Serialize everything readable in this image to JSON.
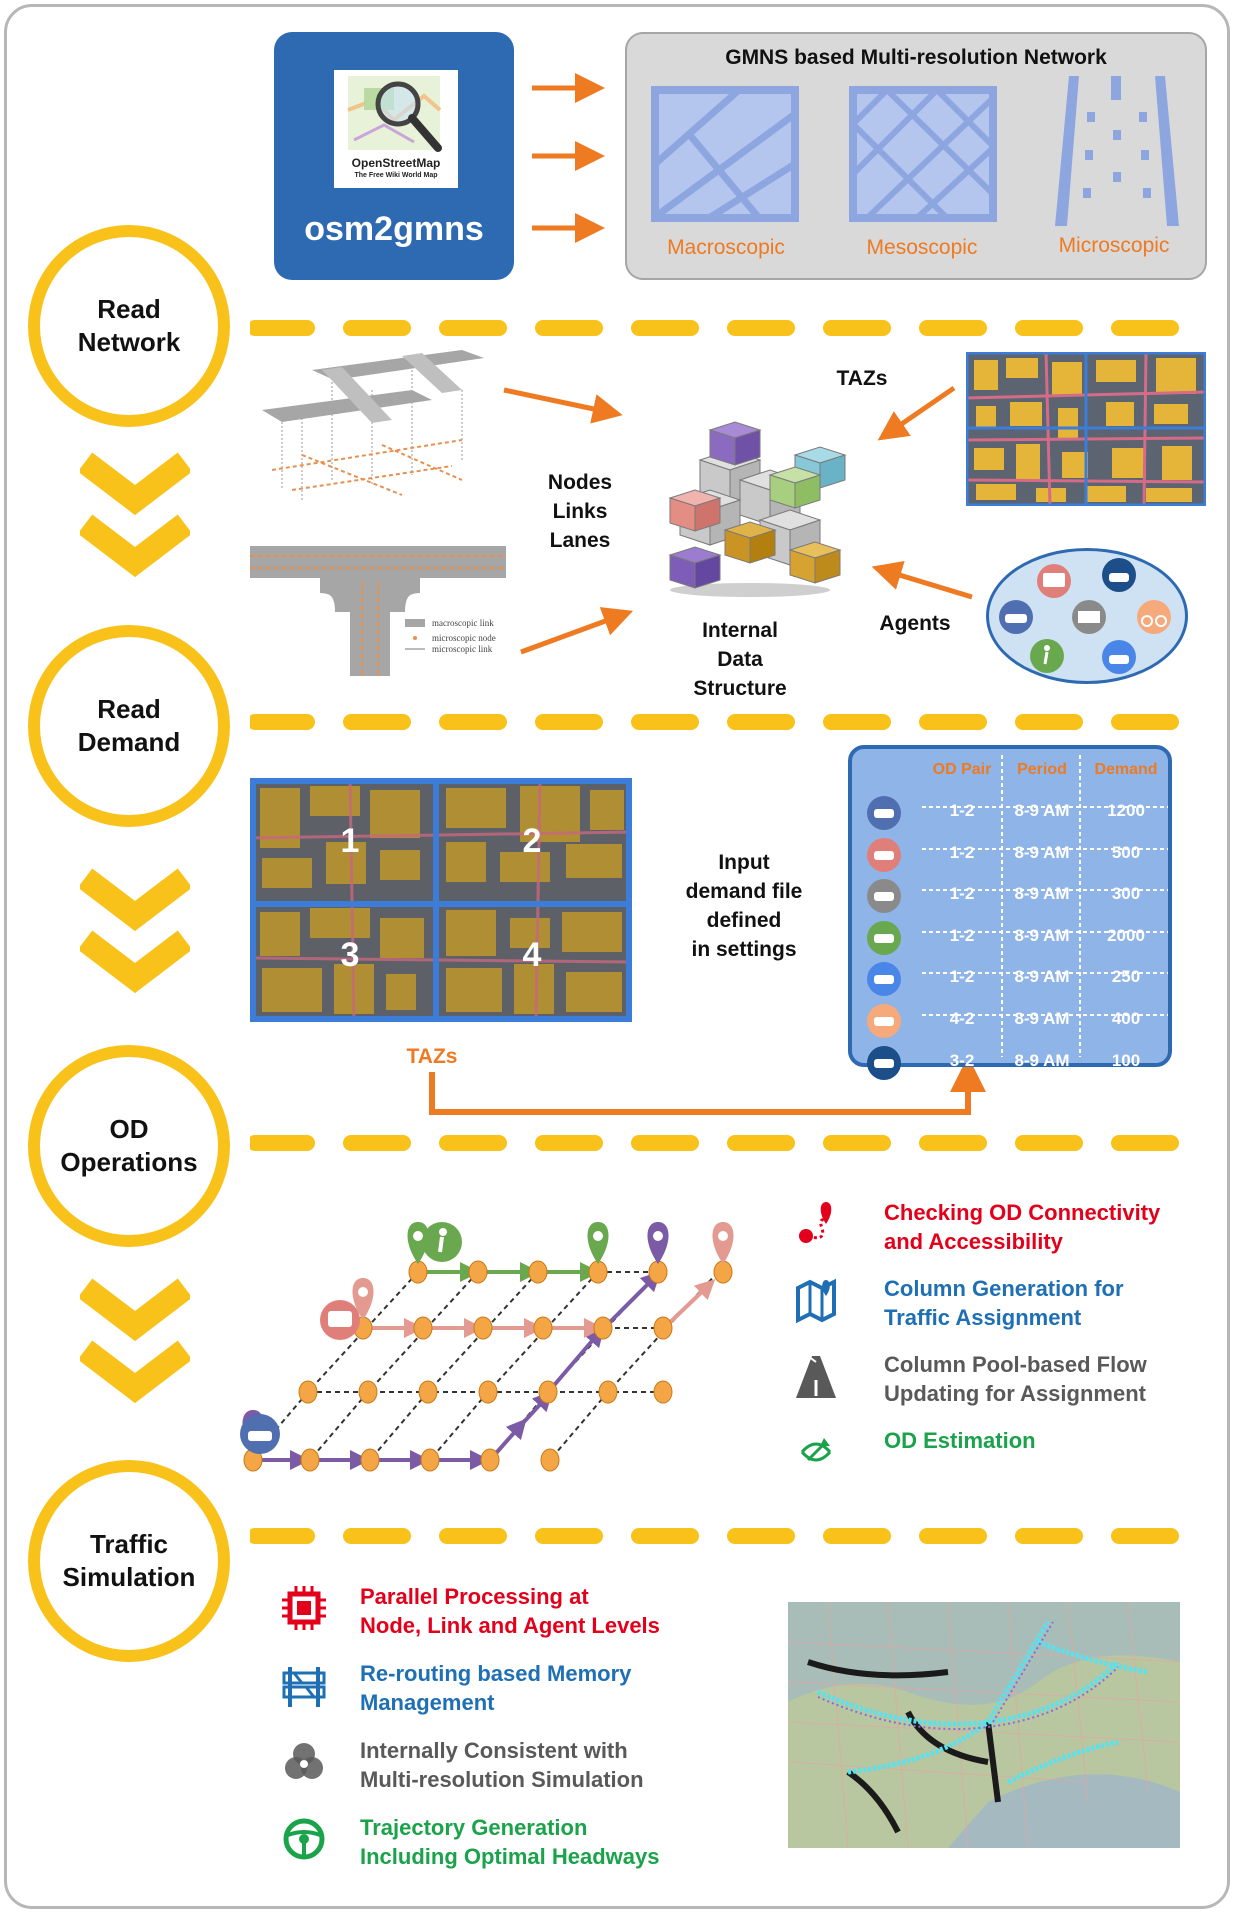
{
  "stages": [
    {
      "label": "Read\nNetwork"
    },
    {
      "label": "Read\nDemand"
    },
    {
      "label": "OD\nOperations"
    },
    {
      "label": "Traffic\nSimulation"
    }
  ],
  "osm": {
    "logo_title": "OpenStreetMap",
    "logo_subtitle": "The Free Wiki World Map",
    "tool_name": "osm2gmns"
  },
  "gmns": {
    "title": "GMNS based Multi-resolution Network",
    "levels": [
      "Macroscopic",
      "Mesoscopic",
      "Microscopic"
    ]
  },
  "internal": {
    "elements": "Nodes\nLinks\nLanes",
    "structure": "Internal\nData\nStructure",
    "tazs_label": "TAZs",
    "agents_label": "Agents"
  },
  "micro_legend": [
    "macroscopic link",
    "microscopic node",
    "microscopic link"
  ],
  "demand": {
    "zones": [
      "1",
      "2",
      "3",
      "4"
    ],
    "input_text": "Input\ndemand file\ndefined\nin settings",
    "tazs_label": "TAZs",
    "table": {
      "headers": [
        "OD Pair",
        "Period",
        "Demand"
      ],
      "rows": [
        {
          "icon": "car-icon",
          "od": "1-2",
          "period": "8-9 AM",
          "demand": "1200",
          "color": "#4f6fb0"
        },
        {
          "icon": "bus-icon",
          "od": "1-2",
          "period": "8-9 AM",
          "demand": "500",
          "color": "#e07f7a"
        },
        {
          "icon": "truck-icon",
          "od": "1-2",
          "period": "8-9 AM",
          "demand": "300",
          "color": "#8a8a8a"
        },
        {
          "icon": "pedestrian-icon",
          "od": "1-2",
          "period": "8-9 AM",
          "demand": "2000",
          "color": "#6aa84f"
        },
        {
          "icon": "carpool-icon",
          "od": "1-2",
          "period": "8-9 AM",
          "demand": "250",
          "color": "#4a86e8"
        },
        {
          "icon": "bike-icon",
          "od": "4-2",
          "period": "8-9 AM",
          "demand": "400",
          "color": "#f6a97a"
        },
        {
          "icon": "connected-car-icon",
          "od": "3-2",
          "period": "8-9 AM",
          "demand": "100",
          "color": "#1c4f8a"
        }
      ]
    }
  },
  "od_features": [
    {
      "text": "Checking OD Connectivity\nand Accessibility",
      "color": "#e3001b",
      "icon": "route-pin-icon"
    },
    {
      "text": "Column Generation for\nTraffic Assignment",
      "color": "#1f6fb4",
      "icon": "map-icon"
    },
    {
      "text": "Column Pool-based Flow\nUpdating for Assignment",
      "color": "#595959",
      "icon": "road-merge-icon"
    },
    {
      "text": "OD Estimation",
      "color": "#1aa34a",
      "icon": "od-estimation-icon"
    }
  ],
  "sim_features": [
    {
      "text": "Parallel Processing at\nNode, Link and Agent Levels",
      "color": "#e3001b",
      "icon": "cpu-icon"
    },
    {
      "text": "Re-routing based Memory\nManagement",
      "color": "#1f6fb4",
      "icon": "barrier-icon"
    },
    {
      "text": "Internally Consistent with\nMulti-resolution Simulation",
      "color": "#595959",
      "icon": "venn-icon"
    },
    {
      "text": "Trajectory Generation\nIncluding Optimal Headways",
      "color": "#1aa34a",
      "icon": "steering-wheel-icon"
    }
  ],
  "colors": {
    "accent_yellow": "#f9c21a",
    "arrow_orange": "#ee7a22",
    "osm_blue": "#2e6ab1",
    "table_bg": "#8fb4e8"
  }
}
